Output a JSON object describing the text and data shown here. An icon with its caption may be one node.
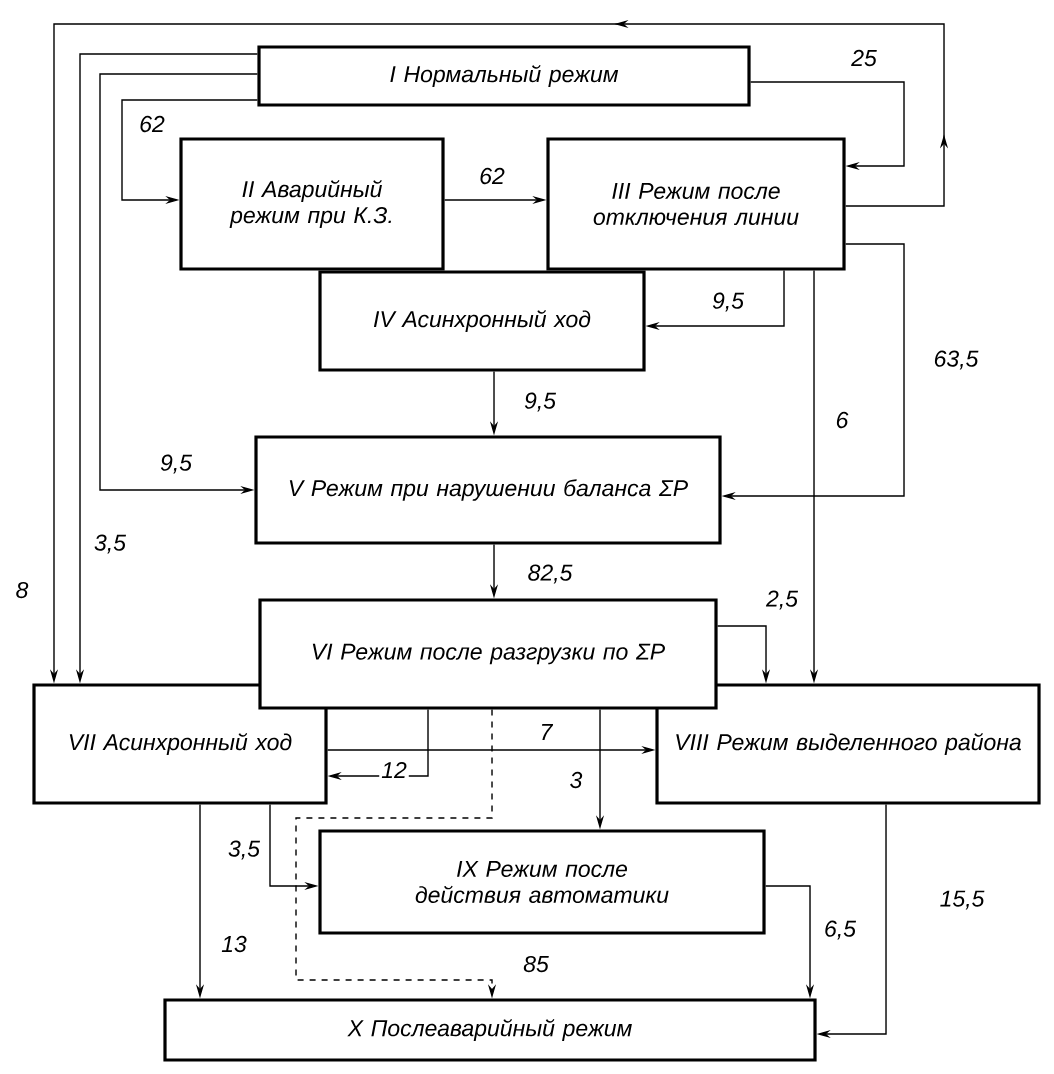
{
  "diagram": {
    "nodes": [
      {
        "text": [
          "I Нормальный режим"
        ]
      },
      {
        "text": [
          "II Аварийный режим при К.З."
        ]
      },
      {
        "text": [
          "III Режим после отключения линии"
        ]
      },
      {
        "text": [
          "IV Асинхронный ход"
        ]
      },
      {
        "text": [
          "V Режим при нарушении баланса ΣP"
        ]
      },
      {
        "text": [
          "VI Режим после разгрузки по ΣP"
        ]
      },
      {
        "text": [
          "VII Асинхронный ход"
        ]
      },
      {
        "text": [
          "VIII Режим выделенного района"
        ]
      },
      {
        "text": [
          "IX Режим после действия автоматики"
        ]
      },
      {
        "text": [
          "X Послеаварийный режим"
        ]
      }
    ],
    "edges": [
      {
        "from": 0,
        "to": 1,
        "arrow": "to",
        "label": "62"
      },
      {
        "from": 1,
        "to": 2,
        "arrow": "to",
        "label": "62"
      },
      {
        "from": 0,
        "to": 2,
        "arrow": "to",
        "label": "25"
      },
      {
        "from": 2,
        "to": 6,
        "arrow": "to",
        "label": "8"
      },
      {
        "from": 0,
        "to": 6,
        "arrow": "to",
        "label": "3,5"
      },
      {
        "from": 0,
        "to": 4,
        "arrow": "to",
        "label": "9,5"
      },
      {
        "from": 2,
        "to": 3,
        "arrow": "to",
        "label": "9,5"
      },
      {
        "from": 3,
        "to": 4,
        "arrow": "to",
        "label": "9,5"
      },
      {
        "from": 2,
        "to": 4,
        "arrow": "to",
        "label": "63,5"
      },
      {
        "from": 2,
        "to": 7,
        "arrow": "to",
        "label": "6"
      },
      {
        "from": 4,
        "to": 5,
        "arrow": "to",
        "label": "82,5"
      },
      {
        "from": 5,
        "to": 7,
        "arrow": "to",
        "label": "2,5"
      },
      {
        "from": 5,
        "to": 6,
        "arrow": "to",
        "label": "12"
      },
      {
        "from": 6,
        "to": 7,
        "arrow": "to",
        "label": "7"
      },
      {
        "from": 5,
        "to": 8,
        "arrow": "to",
        "label": "3"
      },
      {
        "from": 5,
        "to": 9,
        "arrow": "to",
        "label": "85",
        "style": "dashed"
      },
      {
        "from": 6,
        "to": 8,
        "arrow": "to",
        "label": "3,5"
      },
      {
        "from": 6,
        "to": 9,
        "arrow": "to",
        "label": "13"
      },
      {
        "from": 8,
        "to": 9,
        "arrow": "to",
        "label": "6,5"
      },
      {
        "from": 7,
        "to": 9,
        "arrow": "to",
        "label": "15,5"
      }
    ]
  }
}
